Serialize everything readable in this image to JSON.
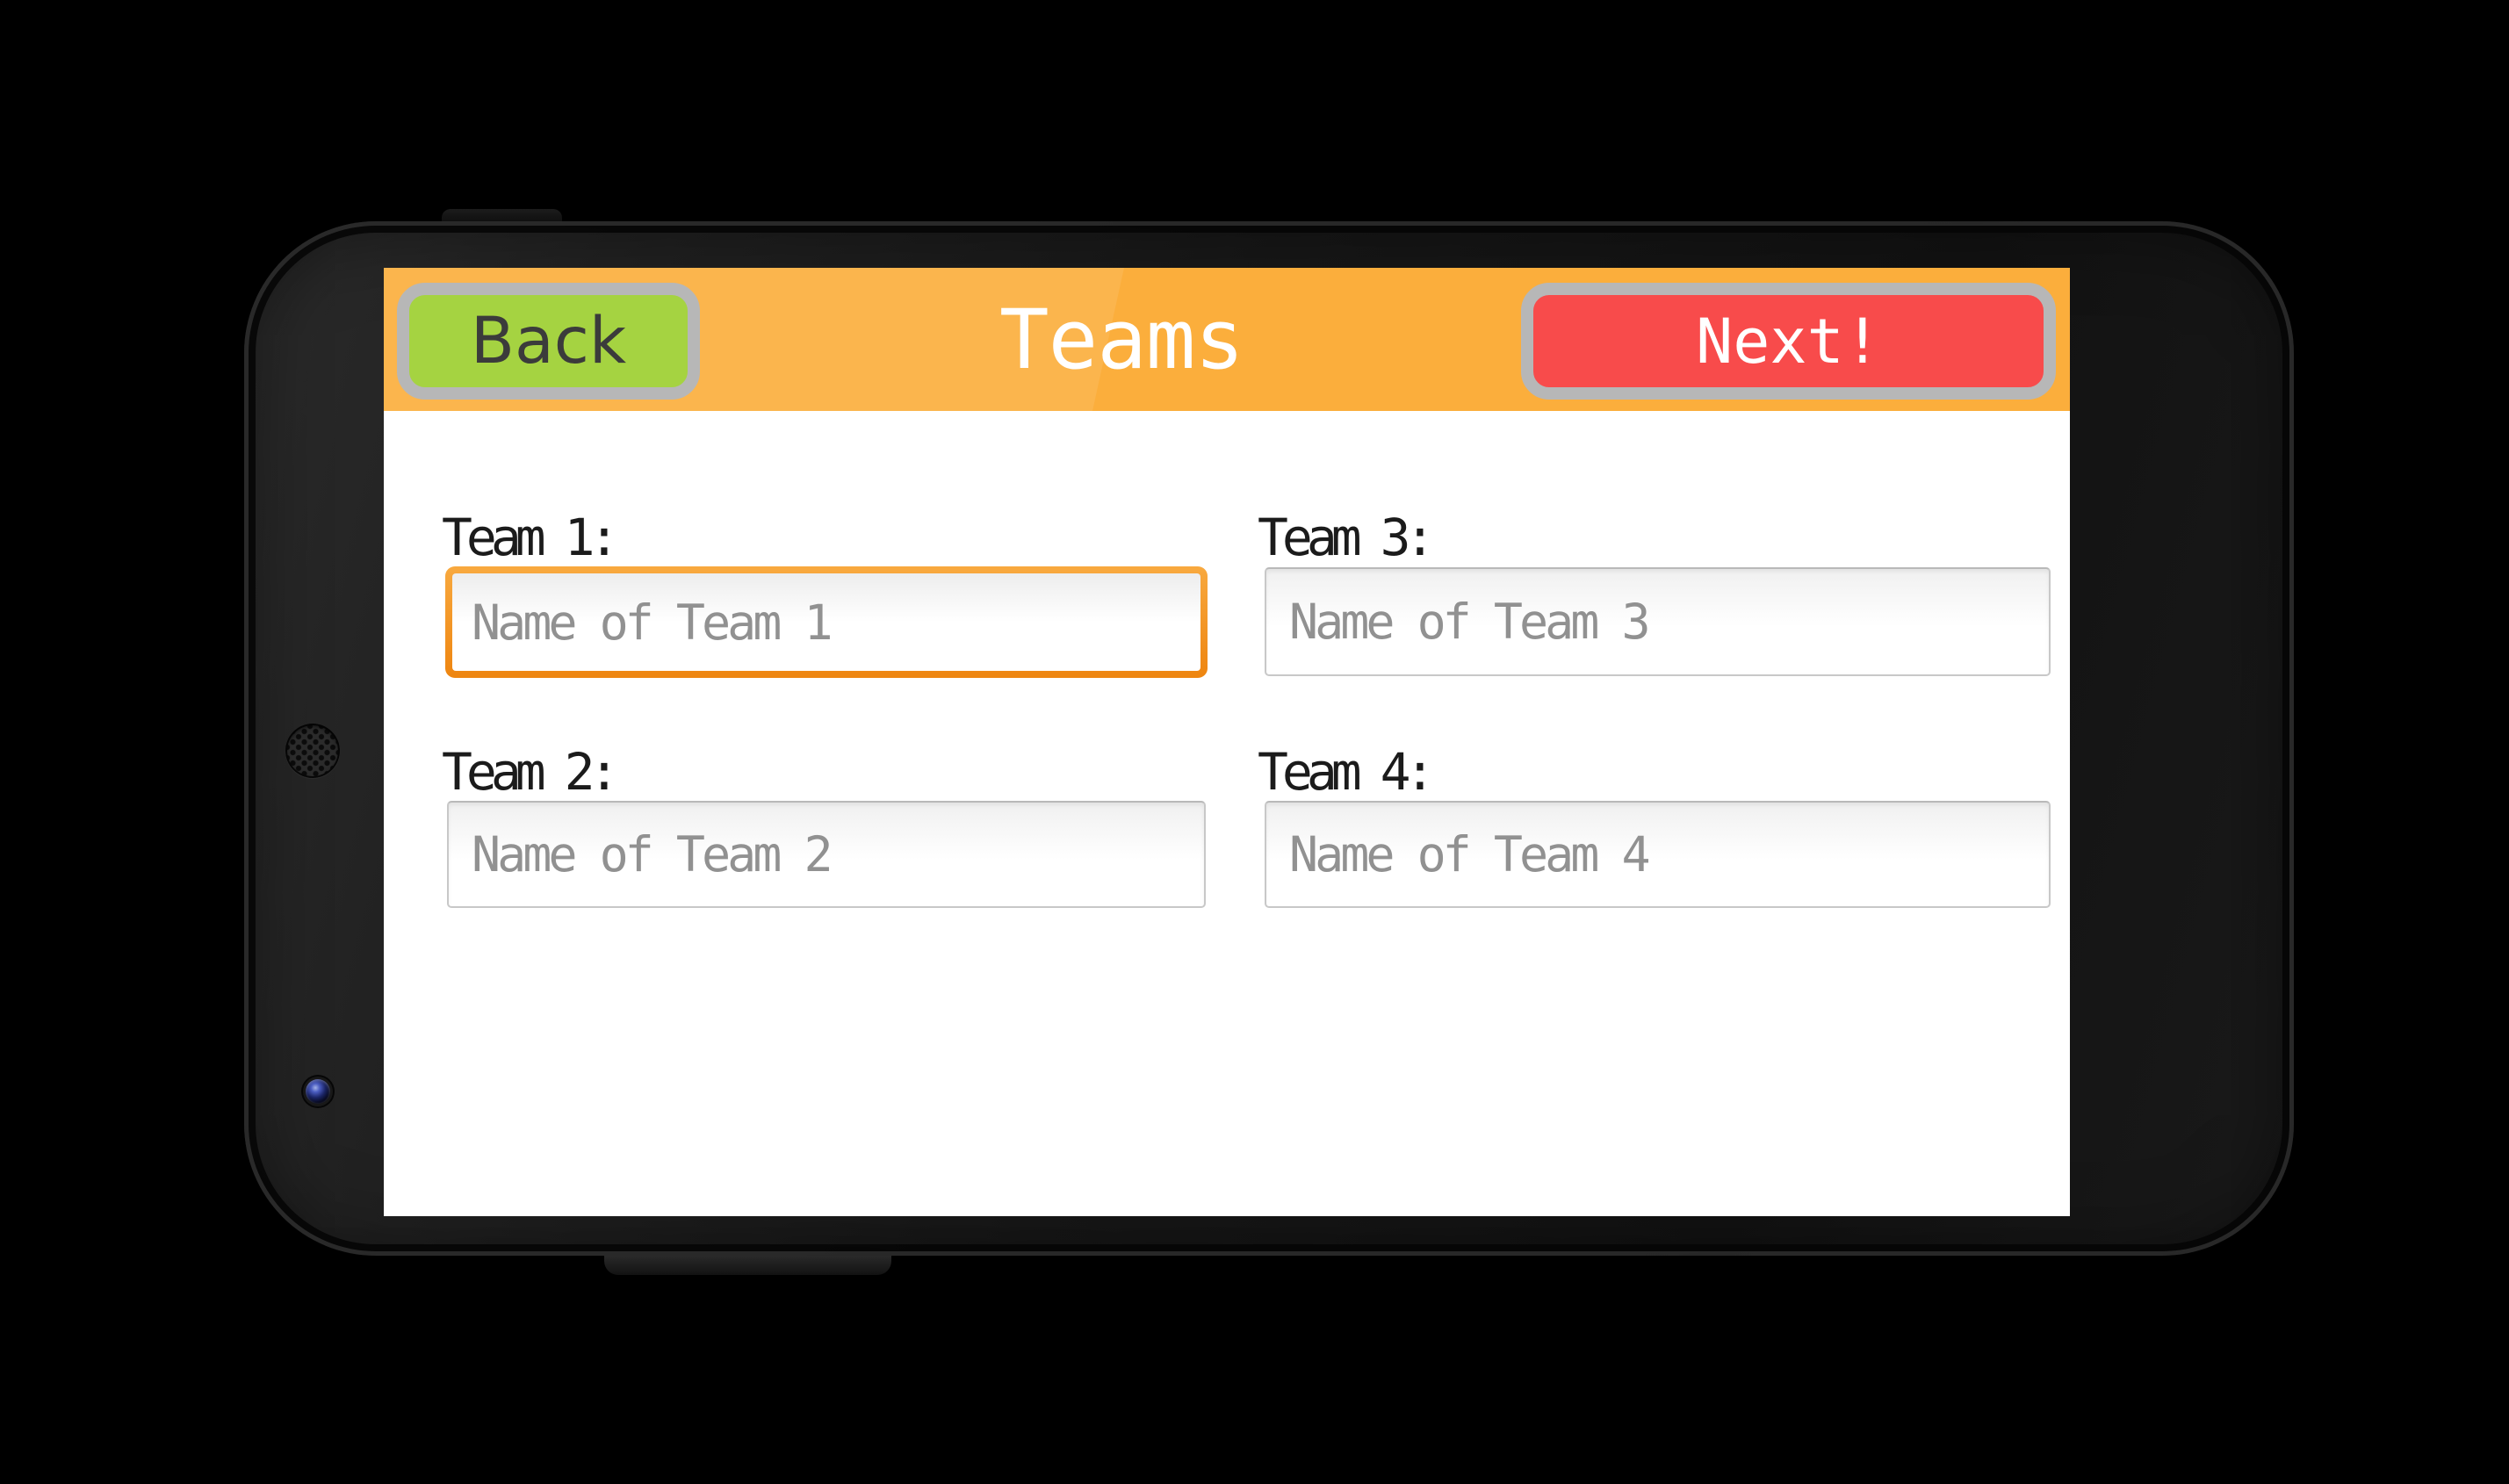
{
  "app": {
    "header": {
      "title": "Teams",
      "back_button": "Back",
      "next_button": "Next!"
    },
    "form": {
      "fields": [
        {
          "label": "Team 1:",
          "placeholder": "Name of Team 1",
          "value": "",
          "focused": true
        },
        {
          "label": "Team 2:",
          "placeholder": "Name of Team 2",
          "value": "",
          "focused": false
        },
        {
          "label": "Team 3:",
          "placeholder": "Name of Team 3",
          "value": "",
          "focused": false
        },
        {
          "label": "Team 4:",
          "placeholder": "Name of Team 4",
          "value": "",
          "focused": false
        }
      ]
    },
    "colors": {
      "header_orange": "#fbae3c",
      "back_button_green": "#a5d341",
      "next_button_red": "#f84b4b",
      "button_border_gray": "#b7b7b7",
      "focused_input_orange": "#f7941e",
      "placeholder_gray": "#919191"
    }
  },
  "device": {
    "type": "android-phone-landscape",
    "hardware": [
      "speaker",
      "front-camera",
      "proximity-sensors",
      "power-button",
      "volume-button"
    ]
  }
}
